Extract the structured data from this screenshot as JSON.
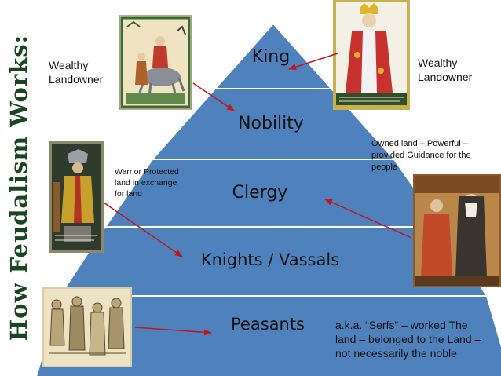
{
  "title": "How Feudalism Works:",
  "pyramid": {
    "levels": [
      "King",
      "Nobility",
      "Clergy",
      "Knights / Vassals",
      "Peasants"
    ],
    "color": "#4f81bd",
    "border_color": "#ffffff",
    "text_color": "#111111"
  },
  "annotations": {
    "nobility_left": "Wealthy Landowner",
    "king_right": "Wealthy Landowner",
    "clergy_right": "Owned land – Powerful – provided Guidance for the people",
    "knights_left": "Warrior Protected land in exchange for land",
    "peasants_right": "a.k.a. “Serfs” – worked The land – belonged to the Land – not necessarily the noble"
  },
  "arrow_color": "#c0161c",
  "title_color": "#18461f",
  "images": [
    {
      "name": "nobleman-on-horse-icon"
    },
    {
      "name": "king-portrait-icon"
    },
    {
      "name": "knight-portrait-icon"
    },
    {
      "name": "clergy-portrait-icon"
    },
    {
      "name": "peasants-scene-icon"
    }
  ]
}
